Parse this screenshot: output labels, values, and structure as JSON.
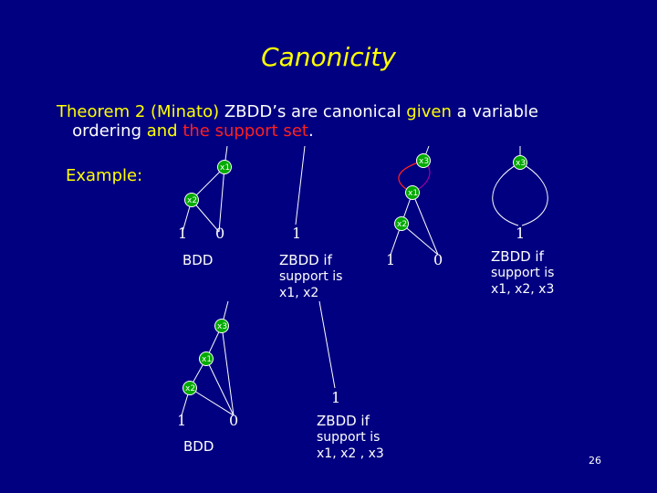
{
  "title": "Canonicity",
  "theorem": {
    "p1": "Theorem 2",
    "p2": " ",
    "p3": "(Minato)",
    "p4": " ZBDD’s are canonical ",
    "p5": "given",
    "p6": " a variable",
    "p7": "ordering ",
    "p8": "and",
    "p9": " ",
    "p10": "the support set",
    "p11": "."
  },
  "example_label": "Example:",
  "colors": {
    "background": "#000080",
    "node": "#00aa00",
    "accent": "#ffff00",
    "highlight": "#ff2020",
    "edge": "#ffffff"
  },
  "nodes": {
    "x1": "x1",
    "x2": "x2",
    "x3": "x3"
  },
  "terminals": {
    "one": "1",
    "zero": "0"
  },
  "captions": {
    "bdd_top": "BDD",
    "zbdd_12_l1": "ZBDD if",
    "zbdd_12_l2": "support is",
    "zbdd_12_l3": "x1, x2",
    "zbdd_123_l1": "ZBDD if",
    "zbdd_123_l2": "support is",
    "zbdd_123_l3": "x1, x2, x3",
    "bdd_bottom": "BDD",
    "zbdd_b_l1": "ZBDD if",
    "zbdd_b_l2": "support is",
    "zbdd_b_l3": "x1, x2 , x3"
  },
  "page_number": "26"
}
